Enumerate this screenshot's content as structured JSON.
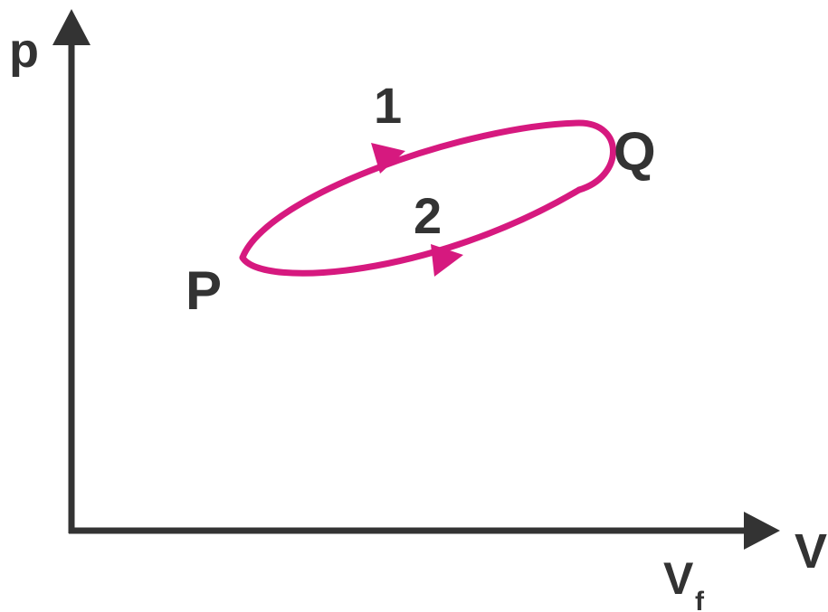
{
  "axes": {
    "y_label": "p",
    "x_label": "V",
    "x_tick_label": "V",
    "x_tick_subscript": "f"
  },
  "states": {
    "start": "P",
    "end": "Q"
  },
  "paths": [
    {
      "label": "1"
    },
    {
      "label": "2"
    }
  ],
  "colors": {
    "axis": "#333333",
    "curve": "#d6197f",
    "text": "#333333"
  }
}
